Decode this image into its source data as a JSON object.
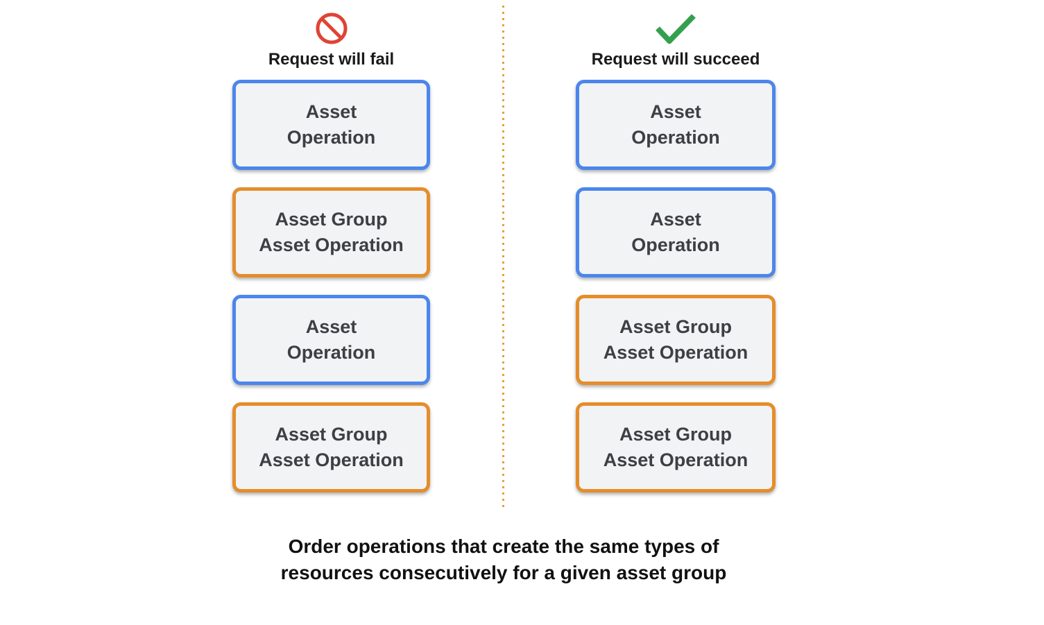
{
  "left": {
    "icon": "prohibition-icon",
    "header": "Request will fail",
    "boxes": [
      {
        "label": "Asset\nOperation",
        "kind": "asset-operation"
      },
      {
        "label": "Asset Group\nAsset Operation",
        "kind": "asset-group-asset-operation"
      },
      {
        "label": "Asset\nOperation",
        "kind": "asset-operation"
      },
      {
        "label": "Asset Group\nAsset Operation",
        "kind": "asset-group-asset-operation"
      }
    ]
  },
  "right": {
    "icon": "checkmark-icon",
    "header": "Request will succeed",
    "boxes": [
      {
        "label": "Asset\nOperation",
        "kind": "asset-operation"
      },
      {
        "label": "Asset\nOperation",
        "kind": "asset-operation"
      },
      {
        "label": "Asset Group\nAsset Operation",
        "kind": "asset-group-asset-operation"
      },
      {
        "label": "Asset Group\nAsset Operation",
        "kind": "asset-group-asset-operation"
      }
    ]
  },
  "caption": {
    "text": "Order operations that create the same types of\nresources consecutively for a given asset group"
  },
  "colors": {
    "asset_operation_border": "#4C86EC",
    "asset_group_border": "#E58D2B",
    "fail_icon": "#E04335",
    "success_icon": "#34A04E",
    "divider_dots": "#E2A13D",
    "box_background": "#F1F3F4",
    "box_text": "#3C4043"
  }
}
